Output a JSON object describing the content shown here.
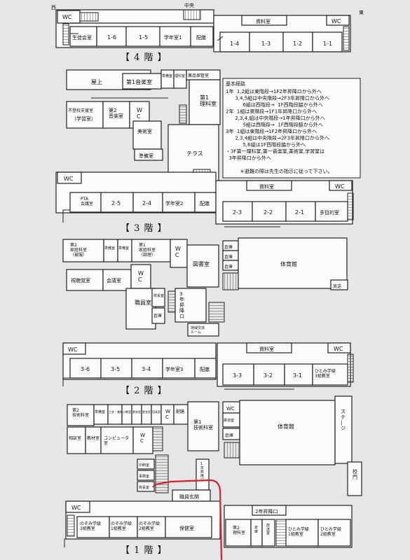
{
  "floors": [
    {
      "id": "4f",
      "label": "【 4 階 】"
    },
    {
      "id": "3f",
      "label": "【 3 階 】"
    },
    {
      "id": "2f",
      "label": "【 2 階 】"
    },
    {
      "id": "1f",
      "label": "【 1 階 】"
    }
  ],
  "compass": {
    "west": "西",
    "north": "中央",
    "east": "東"
  },
  "rooms_4f": {
    "wc_left": "WC",
    "seito": "生徒会室",
    "r16": "1-6",
    "r15": "1-5",
    "gakunen1": "学年室1",
    "haizen": "配膳",
    "shiryou": "資料室",
    "wc_right": "WC",
    "r14": "1-4",
    "r13": "1-3",
    "r12": "1-2",
    "r11": "1-1"
  },
  "rooms_3f": {
    "okujou": "屋上",
    "ongaku1": "第1音楽室",
    "junbi_a": "準備室",
    "rika_junbi": "理科室",
    "yakuhin": "薬品保管室",
    "rika1": "第1\n理科室",
    "futoukou": "不登校支援室",
    "gakushu": "（学習室）",
    "ongaku2": "第2\n音楽室",
    "wc": "W\nC",
    "bijutsu": "美術室",
    "junbi": "準備室",
    "terrace": "テラス",
    "wc_left": "WC",
    "pta": "PTA\n会議室",
    "r25": "2-5",
    "r24": "2-4",
    "gakunen2": "学年室2",
    "haizen": "配膳",
    "shiryou": "資料室",
    "wc_right": "WC",
    "r23": "2-3",
    "r22": "2-2",
    "r21": "2-1",
    "tamokuteki": "多目的室"
  },
  "rooms_2f": {
    "kateika2": "第2\n家庭科室\n（被服）",
    "junbi1": "準備室",
    "junbi2": "準備室",
    "kateika1": "第1\n家庭科室\n（調理）",
    "wc": "W\nC",
    "toshoshitsu": "図書室",
    "shichoukaku": "視聴覚室",
    "kaigi": "会議室",
    "wc2": "W\nC",
    "shokuin": "職員室",
    "kouchou": "校長室",
    "souko": "倉庫",
    "nen3": "3\n年\n昇\n降\n口",
    "chiiki": "地域交流\nルーム",
    "souko1": "倉庫",
    "souko2": "倉庫",
    "souko3": "倉庫",
    "taiikukan": "体育館",
    "housou": "放送",
    "wc_left": "WC",
    "r36": "3-6",
    "r35": "3-5",
    "r34": "3-4",
    "gakunen3": "学年室3",
    "haizen": "配膳",
    "shiryou": "資料室",
    "wc_right": "WC",
    "r33": "3-3",
    "r32": "3-2",
    "r31": "3-1",
    "hitomi1": "ひとみ学級\n3組教室"
  },
  "rooms_1f": {
    "gijutsu2": "第2\n技術科室",
    "junbi_g": "準備室",
    "kougei": "工芸・美術室",
    "kosaku": "小教室",
    "jouhou": "更衣室",
    "shokudou": "更衣室",
    "yougu": "用具室",
    "wc_a": "W\nC",
    "haizen": "配膳",
    "gijutsu1": "第1\n技術科室",
    "wc_b": "WC",
    "kendo": "柔道室",
    "souko": "倉庫",
    "taiikukan": "体育館",
    "stage": "ス\nテ\n|\nジ",
    "soudan": "相談室",
    "kyouzai": "教材室",
    "computer": "コンピュータ\n室",
    "wc_c": "W\nC",
    "insatsu": "印刷室",
    "jimu": "事務室",
    "kouchou": "校長室",
    "nen1": "1\n年\n昇\n降\n口",
    "shokuin_genkan": "職員玄関",
    "koumon": "校\n門",
    "wc_d": "WC",
    "nozomi3": "のぞみ学級\n3組教室",
    "nozomi1": "のぞみ学級\n1組教室",
    "nozomi2": "のぞみ学級\n2組教室",
    "hoken": "保健室",
    "nen2": "2年昇降口",
    "rika2": "第2\n理科室",
    "souko2": "倉\n庫",
    "housou": "放\n送\n室",
    "hitomi1": "ひとみ学級\n1組教室",
    "hitomi2": "ひとみ学級\n2組教室"
  },
  "legend": {
    "title": "基本経路",
    "lines": [
      "1年  1,2組は東階段→1F2年昇降口から外へ",
      "      3,4,5組は中央階段→2F3年昇降口から外へ",
      "           6組は西階段→  1F西階段脇から外へ",
      "2年  1組は東階段→1F1年昇降口から外へ",
      "      2,3,4,組は中央階段→1年昇降口から外へ",
      "           5組は西階段→  1F西階段脇から外へ",
      "3年  1組は東階段→1F2年昇降口から外へ",
      "      2,3,4組は中央階段→2F3年昇降口から外へ",
      "           5,6組は1F西階段脇から外へ",
      "・3F第一理科室,第一音楽室,美術室,学習室は",
      "  3年昇降口から外へ"
    ],
    "note": "＊避難の際は先生の指示に従って下さい。"
  }
}
